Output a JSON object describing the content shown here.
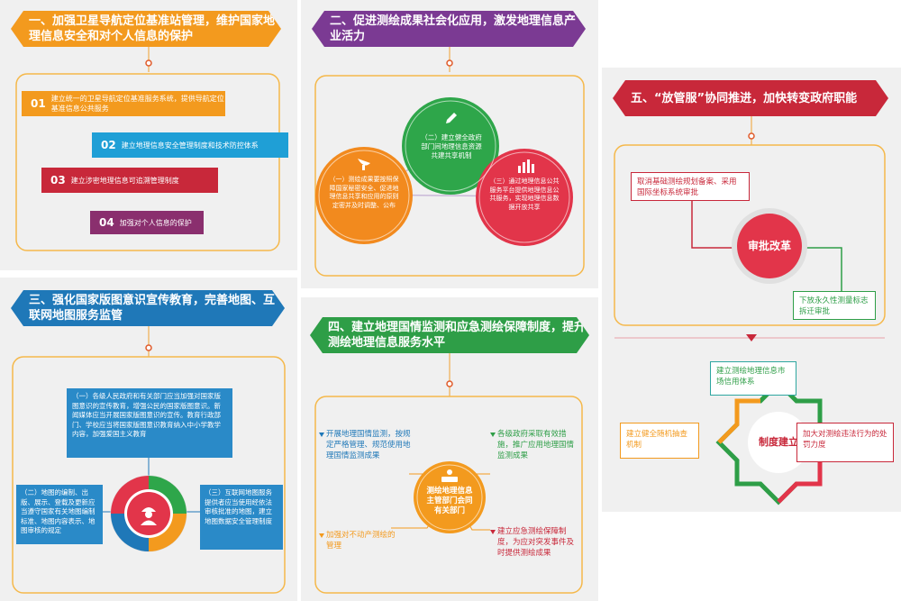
{
  "panel1": {
    "title": "一、加强卫星导航定位基准站管理，维护国家地理信息安全和对个人信息的保护",
    "items": [
      {
        "num": "01",
        "text": "建立统一的卫星导航定位基准服务系统，提供导航定位基准信息公共服务"
      },
      {
        "num": "02",
        "text": "建立地理信息安全管理制度和技术防控体系"
      },
      {
        "num": "03",
        "text": "建立涉密地理信息可追溯管理制度"
      },
      {
        "num": "04",
        "text": "加强对个人信息的保护"
      }
    ]
  },
  "panel2": {
    "title": "二、促进测绘成果社会化应用，激发地理信息产业活力",
    "circles": [
      {
        "text": "（二）建立健全政府部门间地理信息资源共建共享机制"
      },
      {
        "text": "（一）测绘成果要按照保障国家秘密安全、促进地理信息共享和应用的原则定密并及时调整、公布"
      },
      {
        "text": "（三）通过地理信息公共服务平台提供地理信息公共服务，实现地理信息数据开放共享"
      }
    ]
  },
  "panel3": {
    "title": "三、强化国家版图意识宣传教育，完善地图、互联网地图服务监管",
    "items": [
      {
        "text": "（一）各级人民政府和有关部门应当加强对国家版图意识的宣传教育，增强公民的国家版图意识。新闻媒体应当开展国家版图意识的宣传。教育行政部门、学校应当将国家版图意识教育纳入中小学教学内容，加强爱国主义教育"
      },
      {
        "text": "（二）地图的编制、出版、展示、登载及更新应当遵守国家有关地图编制标准、地图内容表示、地图审核的规定"
      },
      {
        "text": "（三）互联网地图服务提供者应当使用经依法审核批准的地图，建立地图数据安全管理制度"
      }
    ]
  },
  "panel4": {
    "title": "四、建立地理国情监测和应急测绘保障制度，提升测绘地理信息服务水平",
    "center": "测绘地理信息主管部门会同有关部门",
    "items": [
      {
        "text": "开展地理国情监测，按规定严格管理、规范使用地理国情监测成果"
      },
      {
        "text": "各级政府采取有效措施，推广应用地理国情监测成果"
      },
      {
        "text": "加强对不动产测绘的管理"
      },
      {
        "text": "建立应急测绘保障制度，为应对突发事件及时提供测绘成果"
      }
    ]
  },
  "panel5": {
    "title": "五、“放管服”协同推进，加快转变政府职能",
    "approval_center": "审批改革",
    "approval_items": [
      {
        "text": "取消基础测绘规划备案、采用国际坐标系统审批"
      },
      {
        "text": "下放永久性测量标志拆迁审批"
      }
    ],
    "system_center": "制度建立",
    "system_items": [
      {
        "text": "建立测绘地理信息市场信用体系"
      },
      {
        "text": "建立健全随机抽查机制"
      },
      {
        "text": "加大对测绘违法行为的处罚力度"
      }
    ]
  },
  "colors": {
    "orange": "#f39a1e",
    "blue": "#1f78b8",
    "purple": "#7b3a93",
    "green": "#2e9e47",
    "red": "#c8283a",
    "crimson": "#e23c4a"
  }
}
